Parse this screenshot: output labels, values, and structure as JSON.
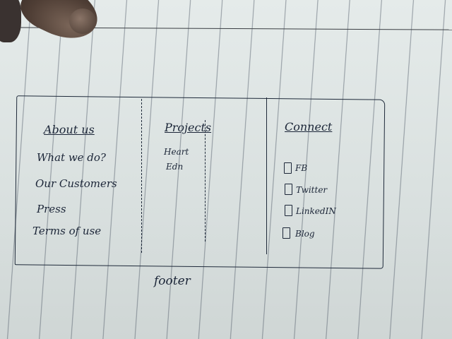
{
  "about": {
    "heading": "About us",
    "items": [
      "What we do?",
      "Our Customers",
      "Press",
      "Terms of use"
    ]
  },
  "projects": {
    "heading": "Projects",
    "items": [
      "Heart",
      "Edn"
    ]
  },
  "connect": {
    "heading": "Connect",
    "items": [
      "FB",
      "Twitter",
      "LinkedIN",
      "Blog"
    ]
  },
  "footer_label": "footer"
}
